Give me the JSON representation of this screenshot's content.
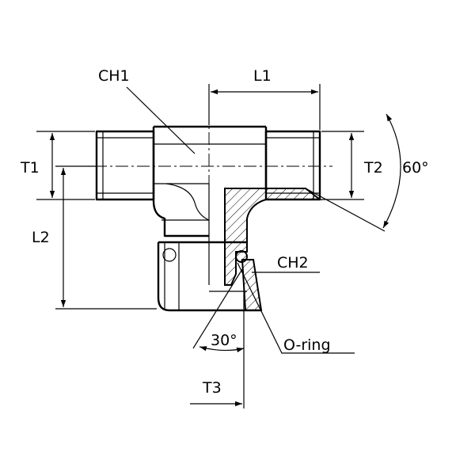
{
  "labels": {
    "ch1": "CH1",
    "l1": "L1",
    "t1": "T1",
    "t2": "T2",
    "angle60": "60°",
    "l2": "L2",
    "ch2": "CH2",
    "angle30": "30°",
    "oring": "O-ring",
    "t3": "T3"
  }
}
